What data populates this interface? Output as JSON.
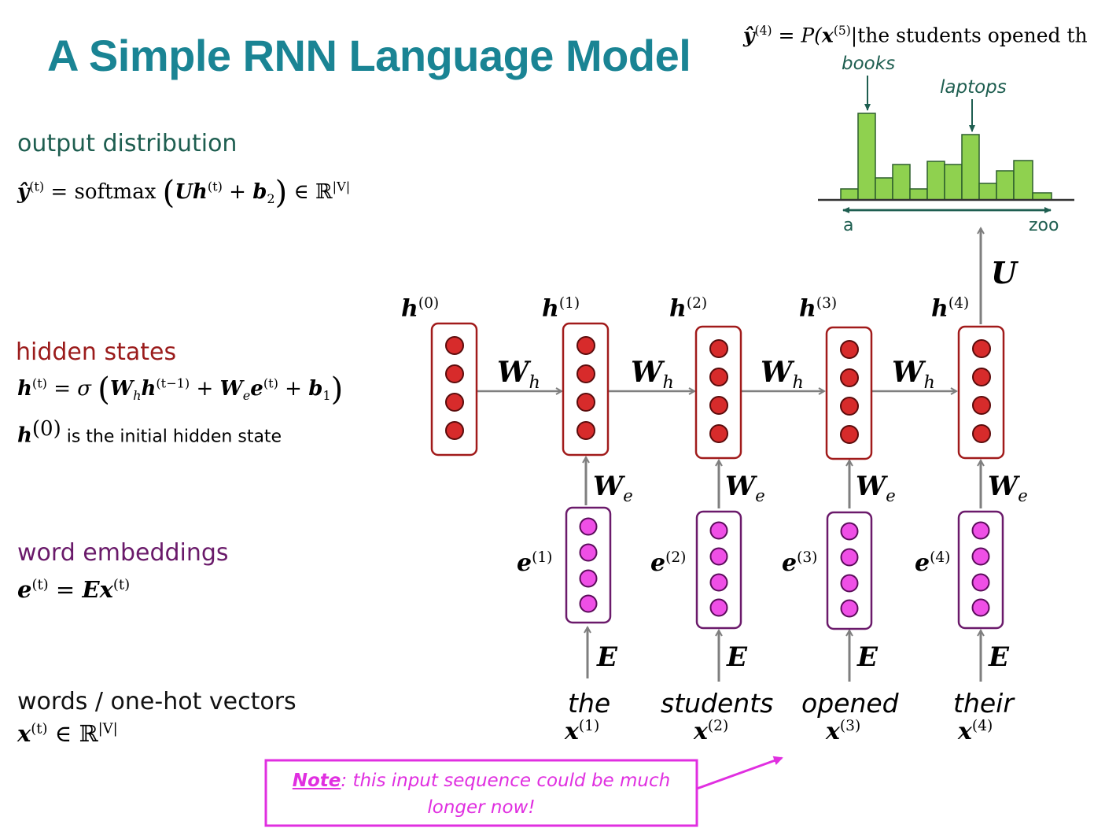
{
  "title": "A Simple RNN Language Model",
  "sections": {
    "output": {
      "label": "output distribution",
      "eq_lhs": "ŷ",
      "eq_sup": "(t)",
      "eq_mid": " = softmax",
      "eq_U": "U",
      "eq_h": "h",
      "eq_plus": " + ",
      "eq_b": "b",
      "eq_b_sub": "2",
      "eq_in": " ∈ ℝ",
      "eq_V": "|V|"
    },
    "hidden": {
      "label": "hidden states",
      "eq_lhs": "h",
      "eq_sup": "(t)",
      "eq_mid": " = σ",
      "eq_Wh": "W",
      "eq_Wh_sub": "h",
      "eq_hprev": "h",
      "eq_hprev_sup": "(t−1)",
      "eq_plus": " + ",
      "eq_We": "W",
      "eq_We_sub": "e",
      "eq_e": "e",
      "eq_e_sup": "(t)",
      "eq_plus2": " + ",
      "eq_b": "b",
      "eq_b_sub": "1",
      "init_h": "h",
      "init_sup": "(0)",
      "init_text": " is the initial hidden state"
    },
    "embeddings": {
      "label": "word embeddings",
      "eq_e": "e",
      "eq_sup": "(t)",
      "eq_mid": " = ",
      "eq_E": "E",
      "eq_x": "x",
      "eq_x_sup": "(t)"
    },
    "words": {
      "label": "words / one-hot vectors",
      "eq_x": "x",
      "eq_sup": "(t)",
      "eq_in": " ∈ ℝ",
      "eq_V": "|V|"
    }
  },
  "top_formula": {
    "y": "ŷ",
    "y_sup": "(4)",
    "eq": " = P(",
    "x": "x",
    "x_sup": "(5)",
    "rest": "|the students opened th"
  },
  "histogram": {
    "label_books": "books",
    "label_laptops": "laptops",
    "axis_start": "a",
    "axis_end": "zoo"
  },
  "weights": {
    "U": "U",
    "Wh": "W",
    "Wh_sub": "h",
    "We": "W",
    "We_sub": "e",
    "E": "E"
  },
  "hidden_labels": [
    {
      "name": "h",
      "sup": "(0)"
    },
    {
      "name": "h",
      "sup": "(1)"
    },
    {
      "name": "h",
      "sup": "(2)"
    },
    {
      "name": "h",
      "sup": "(3)"
    },
    {
      "name": "h",
      "sup": "(4)"
    }
  ],
  "embed_labels": [
    {
      "name": "e",
      "sup": "(1)"
    },
    {
      "name": "e",
      "sup": "(2)"
    },
    {
      "name": "e",
      "sup": "(3)"
    },
    {
      "name": "e",
      "sup": "(4)"
    }
  ],
  "tokens": [
    {
      "word": "the",
      "x": "x",
      "sup": "(1)"
    },
    {
      "word": "students",
      "x": "x",
      "sup": "(2)"
    },
    {
      "word": "opened",
      "x": "x",
      "sup": "(3)"
    },
    {
      "word": "their",
      "x": "x",
      "sup": "(4)"
    }
  ],
  "note": {
    "bold": "Note",
    "line1": ": this input sequence could be much",
    "line2": "longer now!"
  },
  "colors": {
    "title": "#1a8494",
    "output_label": "#1e5e50",
    "hidden_label": "#9b1c1c",
    "embed_label": "#6a1a6a",
    "hidden_box": "#a11b1b",
    "hidden_node": "#d72b2b",
    "embed_box": "#6b1a6b",
    "embed_node": "#ef4fe6",
    "bar": "#8fd14f",
    "note": "#e02fe0",
    "arrow": "#7f7f7f"
  }
}
